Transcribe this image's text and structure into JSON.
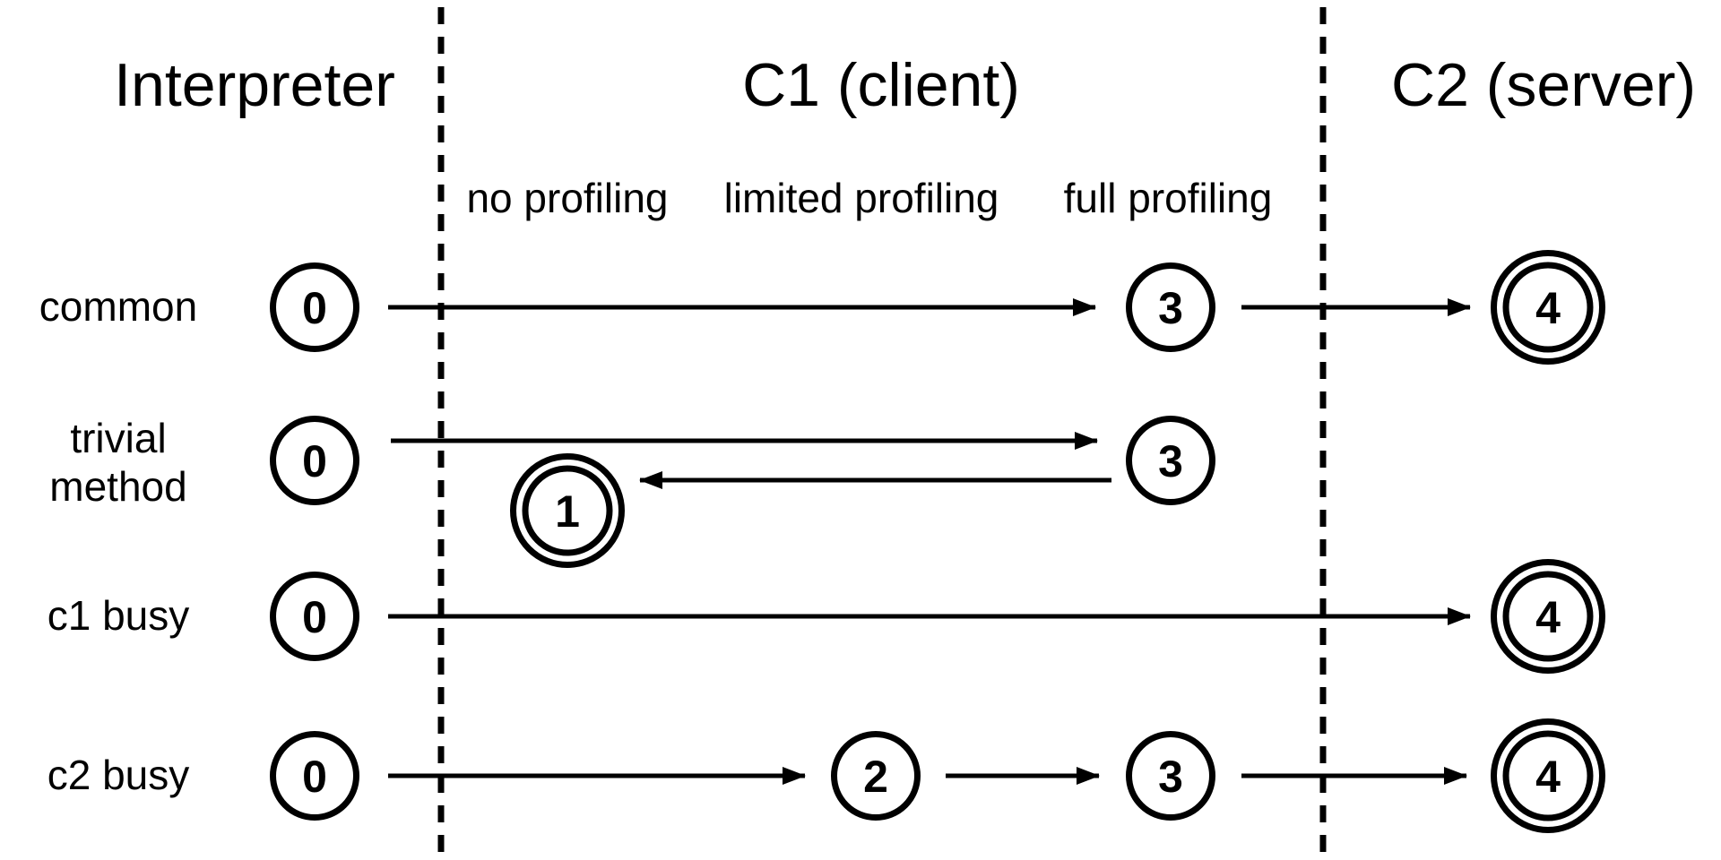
{
  "columns": {
    "interpreter": "Interpreter",
    "c1": "C1 (client)",
    "c2": "C2 (server)"
  },
  "c1_phases": {
    "no": "no profiling",
    "limited": "limited profiling",
    "full": "full profiling"
  },
  "rows": [
    {
      "label": "common",
      "nodes": [
        {
          "level": "0",
          "final": false,
          "column": "interpreter"
        },
        {
          "level": "3",
          "final": false,
          "column": "c1-full-profiling"
        },
        {
          "level": "4",
          "final": true,
          "column": "c2"
        }
      ],
      "edges": [
        {
          "from": "0",
          "to": "3"
        },
        {
          "from": "3",
          "to": "4"
        }
      ]
    },
    {
      "label": "trivial method",
      "label_lines": [
        "trivial",
        "method"
      ],
      "nodes": [
        {
          "level": "0",
          "final": false,
          "column": "interpreter"
        },
        {
          "level": "3",
          "final": false,
          "column": "c1-full-profiling"
        },
        {
          "level": "1",
          "final": true,
          "column": "c1-no-profiling"
        }
      ],
      "edges": [
        {
          "from": "0",
          "to": "3"
        },
        {
          "from": "3",
          "to": "1"
        }
      ]
    },
    {
      "label": "c1 busy",
      "nodes": [
        {
          "level": "0",
          "final": false,
          "column": "interpreter"
        },
        {
          "level": "4",
          "final": true,
          "column": "c2"
        }
      ],
      "edges": [
        {
          "from": "0",
          "to": "4"
        }
      ]
    },
    {
      "label": "c2 busy",
      "nodes": [
        {
          "level": "0",
          "final": false,
          "column": "interpreter"
        },
        {
          "level": "2",
          "final": false,
          "column": "c1-limited-profiling"
        },
        {
          "level": "3",
          "final": false,
          "column": "c1-full-profiling"
        },
        {
          "level": "4",
          "final": true,
          "column": "c2"
        }
      ],
      "edges": [
        {
          "from": "0",
          "to": "2"
        },
        {
          "from": "2",
          "to": "3"
        },
        {
          "from": "3",
          "to": "4"
        }
      ]
    }
  ],
  "colors": {
    "ink": "#000000",
    "background": "#ffffff"
  }
}
